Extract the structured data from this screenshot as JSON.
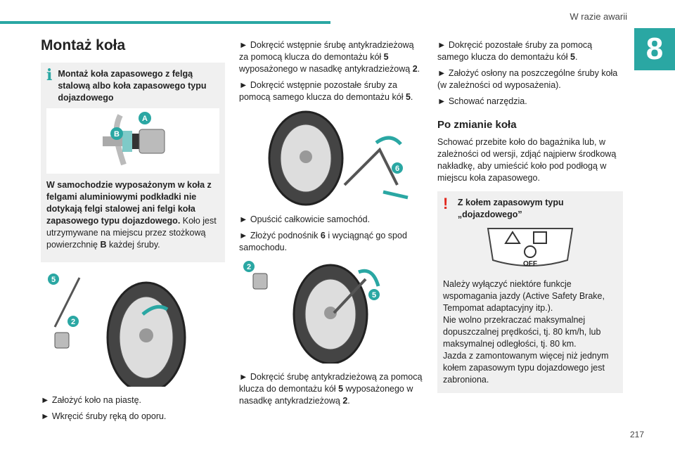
{
  "header": {
    "section": "W razie awarii",
    "chapter": "8",
    "page": "217"
  },
  "c1": {
    "title": "Montaż koła",
    "info_title": "Montaż koła zapasowego z felgą stalową albo koła zapasowego typu dojazdowego",
    "fig1": {
      "A": "A",
      "B": "B"
    },
    "info_bold": "W samochodzie wyposażonym w koła z felgami aluminiowymi podkładki nie dotykają felgi stalowej ani felgi koła zapasowego typu dojazdowego.",
    "info_rest": " Koło jest utrzymywane na miejscu przez stożkową powierzchnię ",
    "info_b": "B",
    "info_end": " każdej śruby.",
    "fig2": {
      "n5": "5",
      "n2": "2"
    },
    "step1": "► Założyć koło na piastę.",
    "step2": "► Wkręcić śruby ręką do oporu."
  },
  "c2": {
    "s1a": "► Dokręcić wstępnie śrubę antykradzieżową za pomocą klucza do demontażu kół ",
    "s1b": "5",
    "s1c": " wyposażonego w nasadkę antykradzieżową ",
    "s1d": "2",
    "s1e": ".",
    "s2a": "► Dokręcić wstępnie pozostałe śruby za pomocą samego klucza do demontażu kół ",
    "s2b": "5",
    "s2c": ".",
    "fig3": {
      "n6": "6"
    },
    "s3": "► Opuścić całkowicie samochód.",
    "s4a": "► Złożyć podnośnik ",
    "s4b": "6",
    "s4c": " i wyciągnąć go spod samochodu.",
    "fig4": {
      "n2": "2",
      "n5": "5"
    },
    "s5a": "► Dokręcić śrubę antykradzieżową za pomocą klucza do demontażu kół ",
    "s5b": "5",
    "s5c": " wyposażonego w nasadkę antykradzieżową ",
    "s5d": "2",
    "s5e": "."
  },
  "c3": {
    "s1a": "► Dokręcić pozostałe śruby za pomocą samego klucza do demontażu kół ",
    "s1b": "5",
    "s1c": ".",
    "s2": "► Założyć osłony na poszczególne śruby koła (w zależności od wyposażenia).",
    "s3": "► Schować narzędzia.",
    "h2": "Po zmianie koła",
    "para": "Schować przebite koło do bagażnika lub, w zależności od wersji, zdjąć najpierw środkową nakładkę, aby umieścić koło pod podłogą w miejscu koła zapasowego.",
    "warn_title": "Z kołem zapasowym typu „dojazdowego”",
    "off": "OFF",
    "w1": "Należy wyłączyć niektóre funkcje wspomagania jazdy (Active Safety Brake, Tempomat adaptacyjny itp.).",
    "w2": "Nie wolno przekraczać maksymalnej dopuszczalnej prędkości, tj. 80 km/h, lub maksymalnej odległości, tj. 80 km.",
    "w3": "Jazda z zamontowanym więcej niż jednym kołem zapasowym typu dojazdowego jest zabroniona."
  },
  "colors": {
    "accent": "#2aa7a3",
    "warning": "#e1261c"
  }
}
